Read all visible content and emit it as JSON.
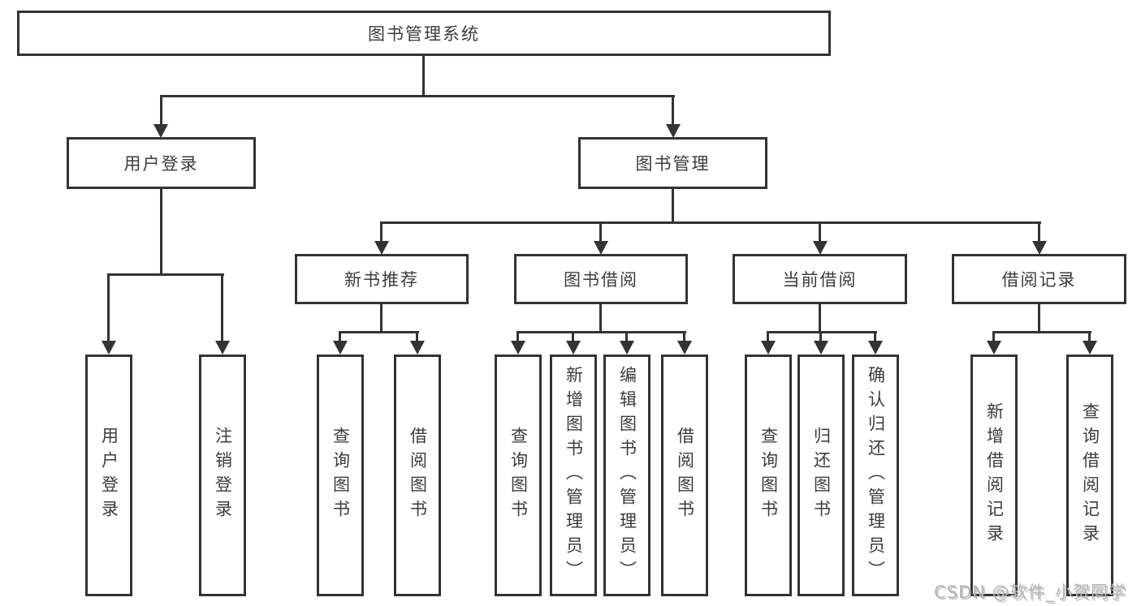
{
  "theme": {
    "line_color": "#333333",
    "text_color": "#3c3c3c",
    "watermark_color": "#b6b6b6",
    "background": "#ffffff"
  },
  "watermark": {
    "text": "CSDN @软件_小贺同学"
  },
  "tree": {
    "root": {
      "label": "图书管理系统"
    },
    "branches": [
      {
        "label": "用户登录",
        "children": [
          {
            "label": "用户登录"
          },
          {
            "label": "注销登录"
          }
        ]
      },
      {
        "label": "图书管理",
        "children": [
          {
            "label": "新书推荐",
            "children": [
              {
                "label": "查询图书"
              },
              {
                "label": "借阅图书"
              }
            ]
          },
          {
            "label": "图书借阅",
            "children": [
              {
                "label": "查询图书"
              },
              {
                "label": "新增图书（管理员）"
              },
              {
                "label": "编辑图书（管理员）"
              },
              {
                "label": "借阅图书"
              }
            ]
          },
          {
            "label": "当前借阅",
            "children": [
              {
                "label": "查询图书"
              },
              {
                "label": "归还图书"
              },
              {
                "label": "确认归还（管理员）"
              }
            ]
          },
          {
            "label": "借阅记录",
            "children": [
              {
                "label": "新增借阅记录"
              },
              {
                "label": "查询借阅记录"
              }
            ]
          }
        ]
      }
    ]
  }
}
